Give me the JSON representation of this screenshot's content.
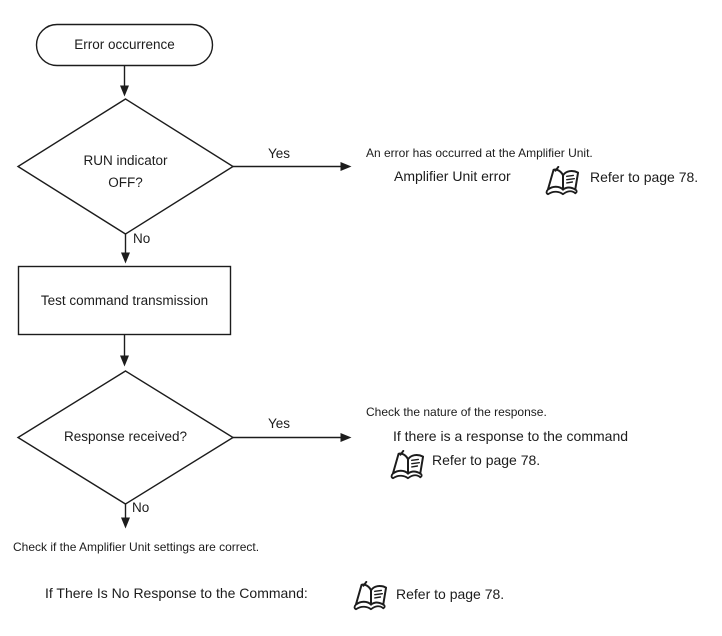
{
  "colors": {
    "line": "#1c1c1c",
    "text": "#1c1c1c",
    "background": "#ffffff"
  },
  "flowchart": {
    "start_label": "Error occurrence",
    "decision1_line1": "RUN indicator",
    "decision1_line2": "OFF?",
    "decision1_yes": "Yes",
    "decision1_no": "No",
    "process1_label": "Test command transmission",
    "decision2_label": "Response received?",
    "decision2_yes": "Yes",
    "decision2_no": "No"
  },
  "branch1": {
    "line1": "An error has occurred at the Amplifier Unit.",
    "line2": "Amplifier Unit error",
    "icon": "open-book-icon",
    "refer": "Refer to page 78."
  },
  "branch2": {
    "line1": "Check the nature of the response.",
    "line2": "If there is a response to the command",
    "icon": "open-book-icon",
    "refer": "Refer to page 78."
  },
  "bottom": {
    "check_text": "Check if the Amplifier Unit settings are correct.",
    "no_response_text": "If There Is No Response to the Command:",
    "icon": "open-book-icon",
    "refer": "Refer to page 78."
  }
}
